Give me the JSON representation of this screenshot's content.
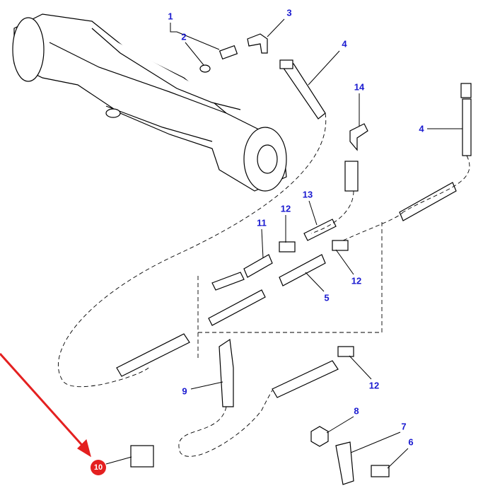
{
  "labels": [
    {
      "id": "l1",
      "text": "1"
    },
    {
      "id": "l2",
      "text": "2"
    },
    {
      "id": "l3",
      "text": "3"
    },
    {
      "id": "l4a",
      "text": "4"
    },
    {
      "id": "l14",
      "text": "14"
    },
    {
      "id": "l4b",
      "text": "4"
    },
    {
      "id": "l13",
      "text": "13"
    },
    {
      "id": "l12a",
      "text": "12"
    },
    {
      "id": "l11",
      "text": "11"
    },
    {
      "id": "l12b",
      "text": "12"
    },
    {
      "id": "l5",
      "text": "5"
    },
    {
      "id": "l9",
      "text": "9"
    },
    {
      "id": "l12c",
      "text": "12"
    },
    {
      "id": "l8",
      "text": "8"
    },
    {
      "id": "l7",
      "text": "7"
    },
    {
      "id": "l6",
      "text": "6"
    }
  ],
  "highlight": {
    "text": "10",
    "color": "#e42020"
  },
  "label_color": "#1a1ad0"
}
